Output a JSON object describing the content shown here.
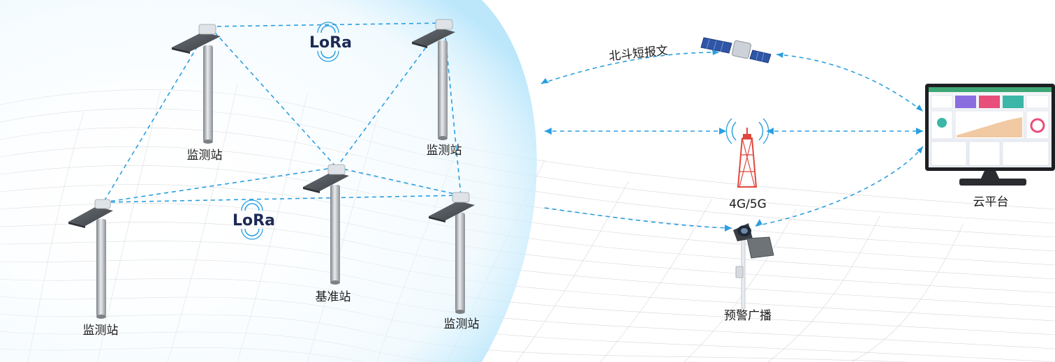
{
  "labels": {
    "station_top_left": "监测站",
    "station_top_right": "监测站",
    "station_bottom_left": "监测站",
    "station_bottom_right": "监测站",
    "base_station": "基准站",
    "beidou": "北斗短报文",
    "cellular": "4G/5G",
    "cloud": "云平台",
    "alarm": "预警广播",
    "lora_1": "LoRa",
    "lora_2": "LoRa"
  },
  "colors": {
    "link": "#2b9fe0",
    "coverage": "#cfeefc",
    "tower": "#e0473c",
    "pole": "#a9adb2"
  },
  "icons": [
    "satellite-icon",
    "cell-tower-icon",
    "loudspeaker-icon",
    "monitor-icon",
    "lora-icon",
    "solar-panel-icon"
  ]
}
